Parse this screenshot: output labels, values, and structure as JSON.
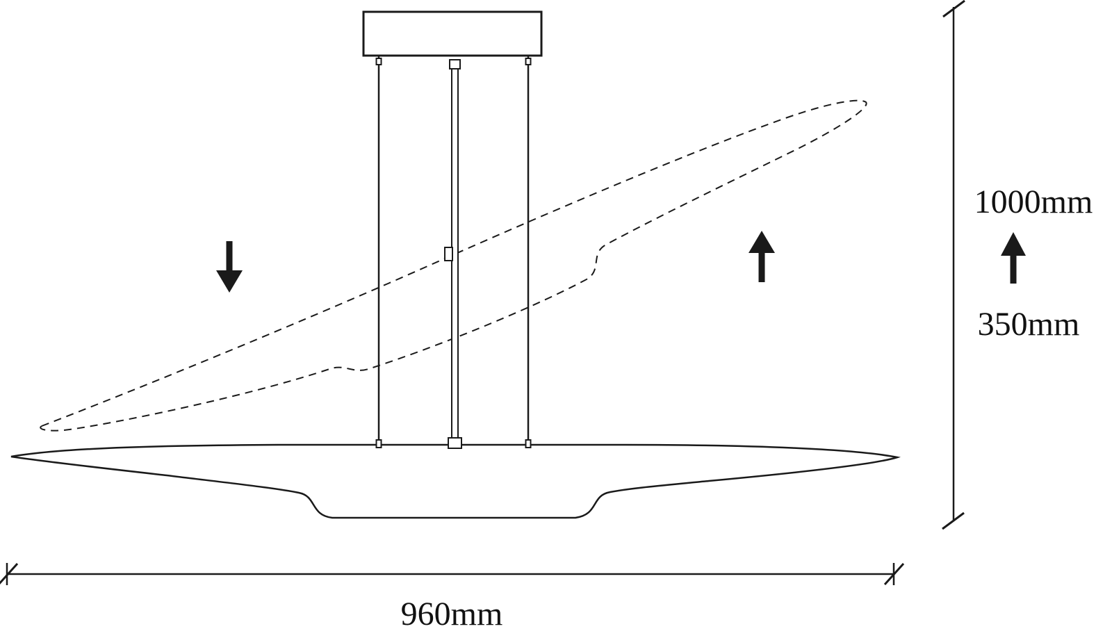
{
  "labels": {
    "total_height": "1000mm",
    "adjustable_height": "350mm",
    "width": "960mm"
  },
  "icons": {
    "left_arrow": "down-arrow",
    "right_arrow": "up-arrow",
    "dimension_arrow": "up-arrow"
  },
  "colors": {
    "line": "#1a1a1a",
    "background": "#ffffff"
  }
}
